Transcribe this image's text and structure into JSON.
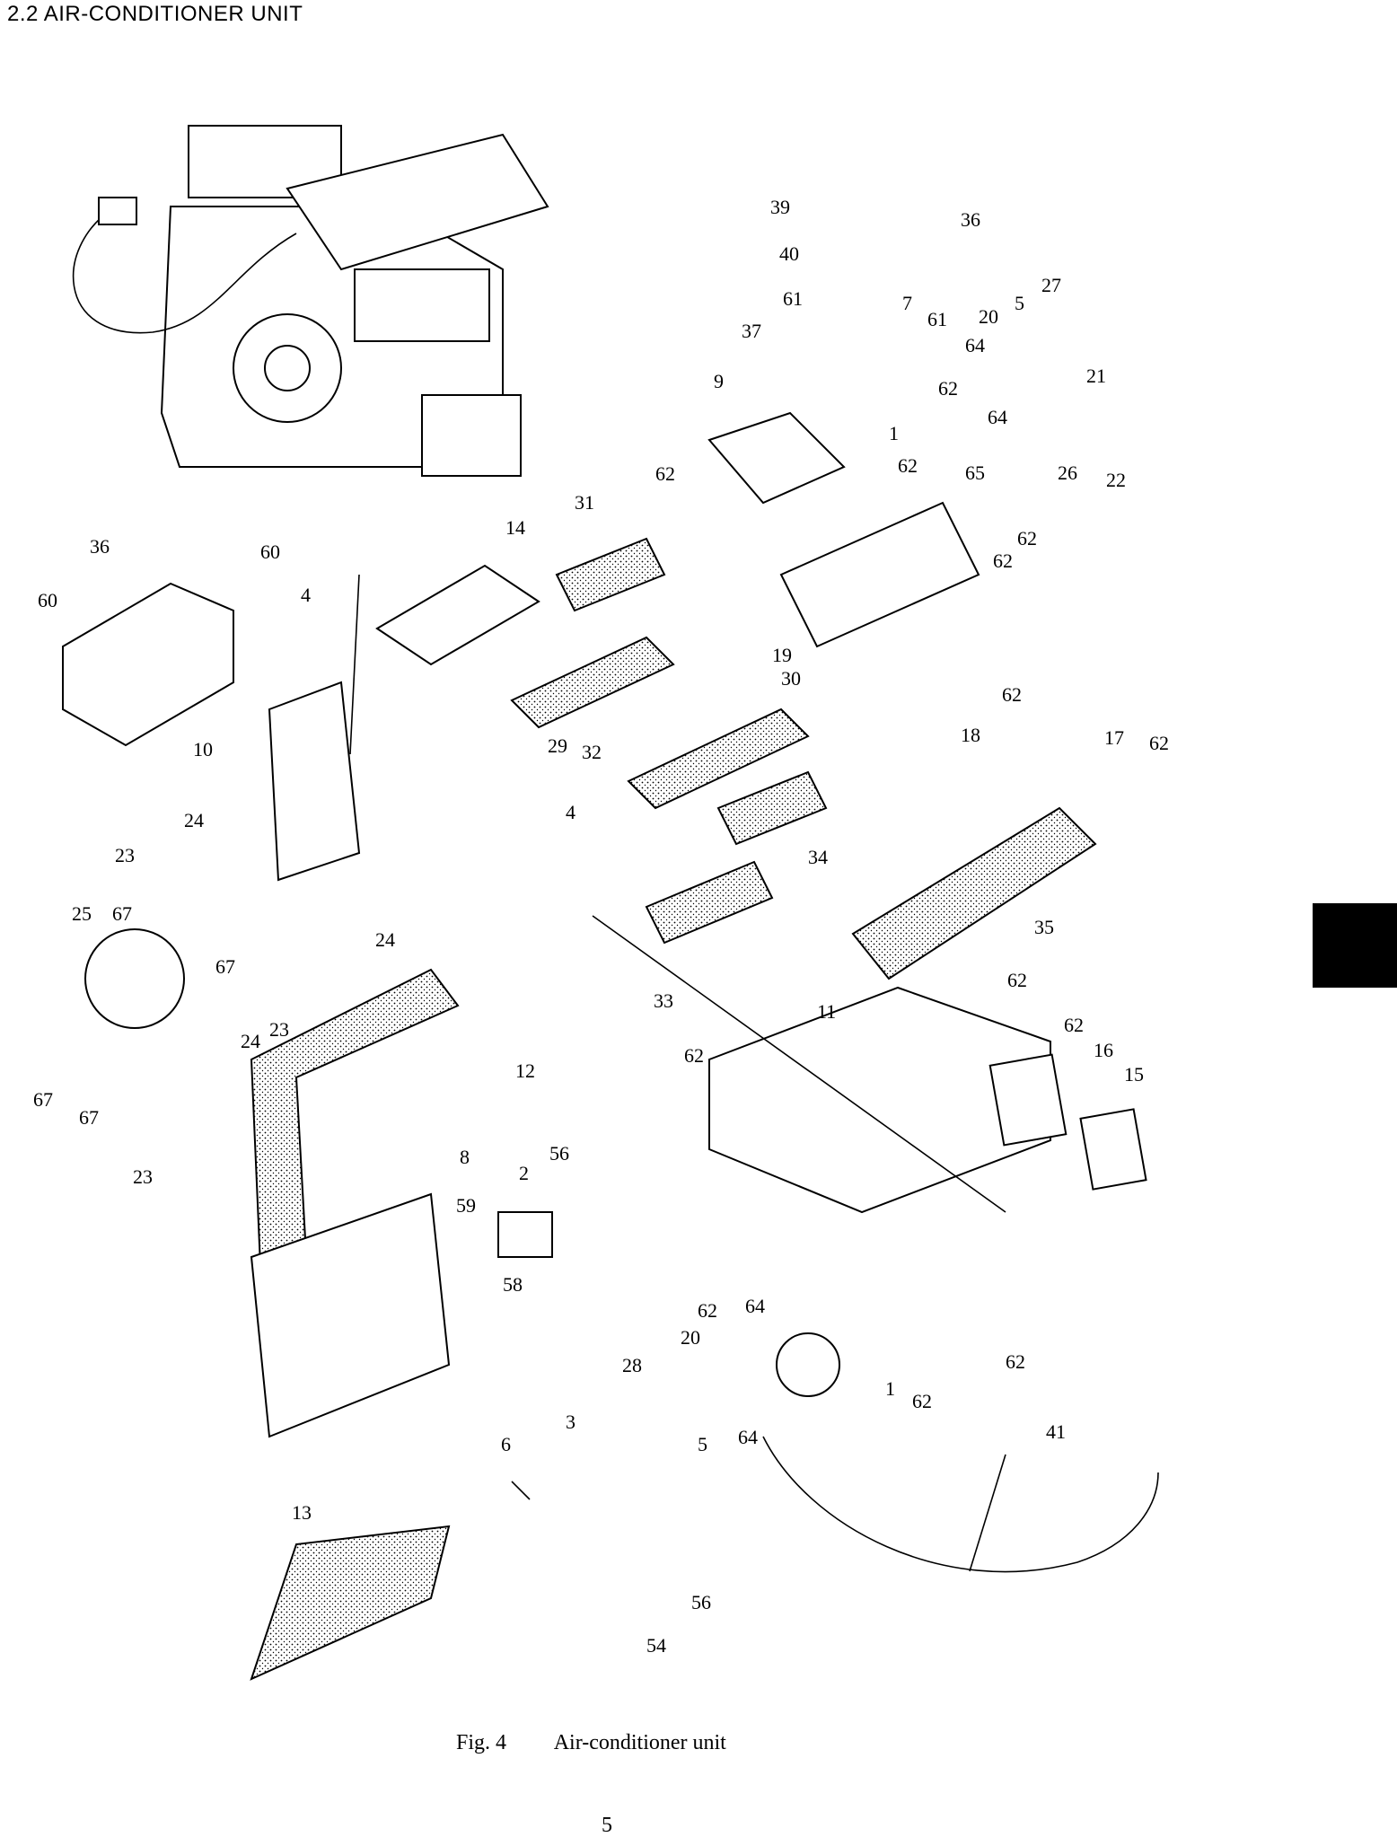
{
  "section": {
    "title": "2.2  AIR-CONDITIONER UNIT"
  },
  "figure": {
    "number": "Fig. 4",
    "caption": "Air-conditioner unit"
  },
  "page_number": "5",
  "part_labels": [
    "1",
    "2",
    "3",
    "4",
    "5",
    "6",
    "7",
    "8",
    "9",
    "10",
    "11",
    "12",
    "13",
    "14",
    "15",
    "16",
    "17",
    "18",
    "19",
    "20",
    "21",
    "22",
    "23",
    "24",
    "25",
    "26",
    "27",
    "28",
    "29",
    "30",
    "31",
    "32",
    "33",
    "34",
    "35",
    "36",
    "37",
    "39",
    "40",
    "41",
    "54",
    "56",
    "58",
    "59",
    "60",
    "61",
    "62",
    "64",
    "65",
    "67"
  ]
}
